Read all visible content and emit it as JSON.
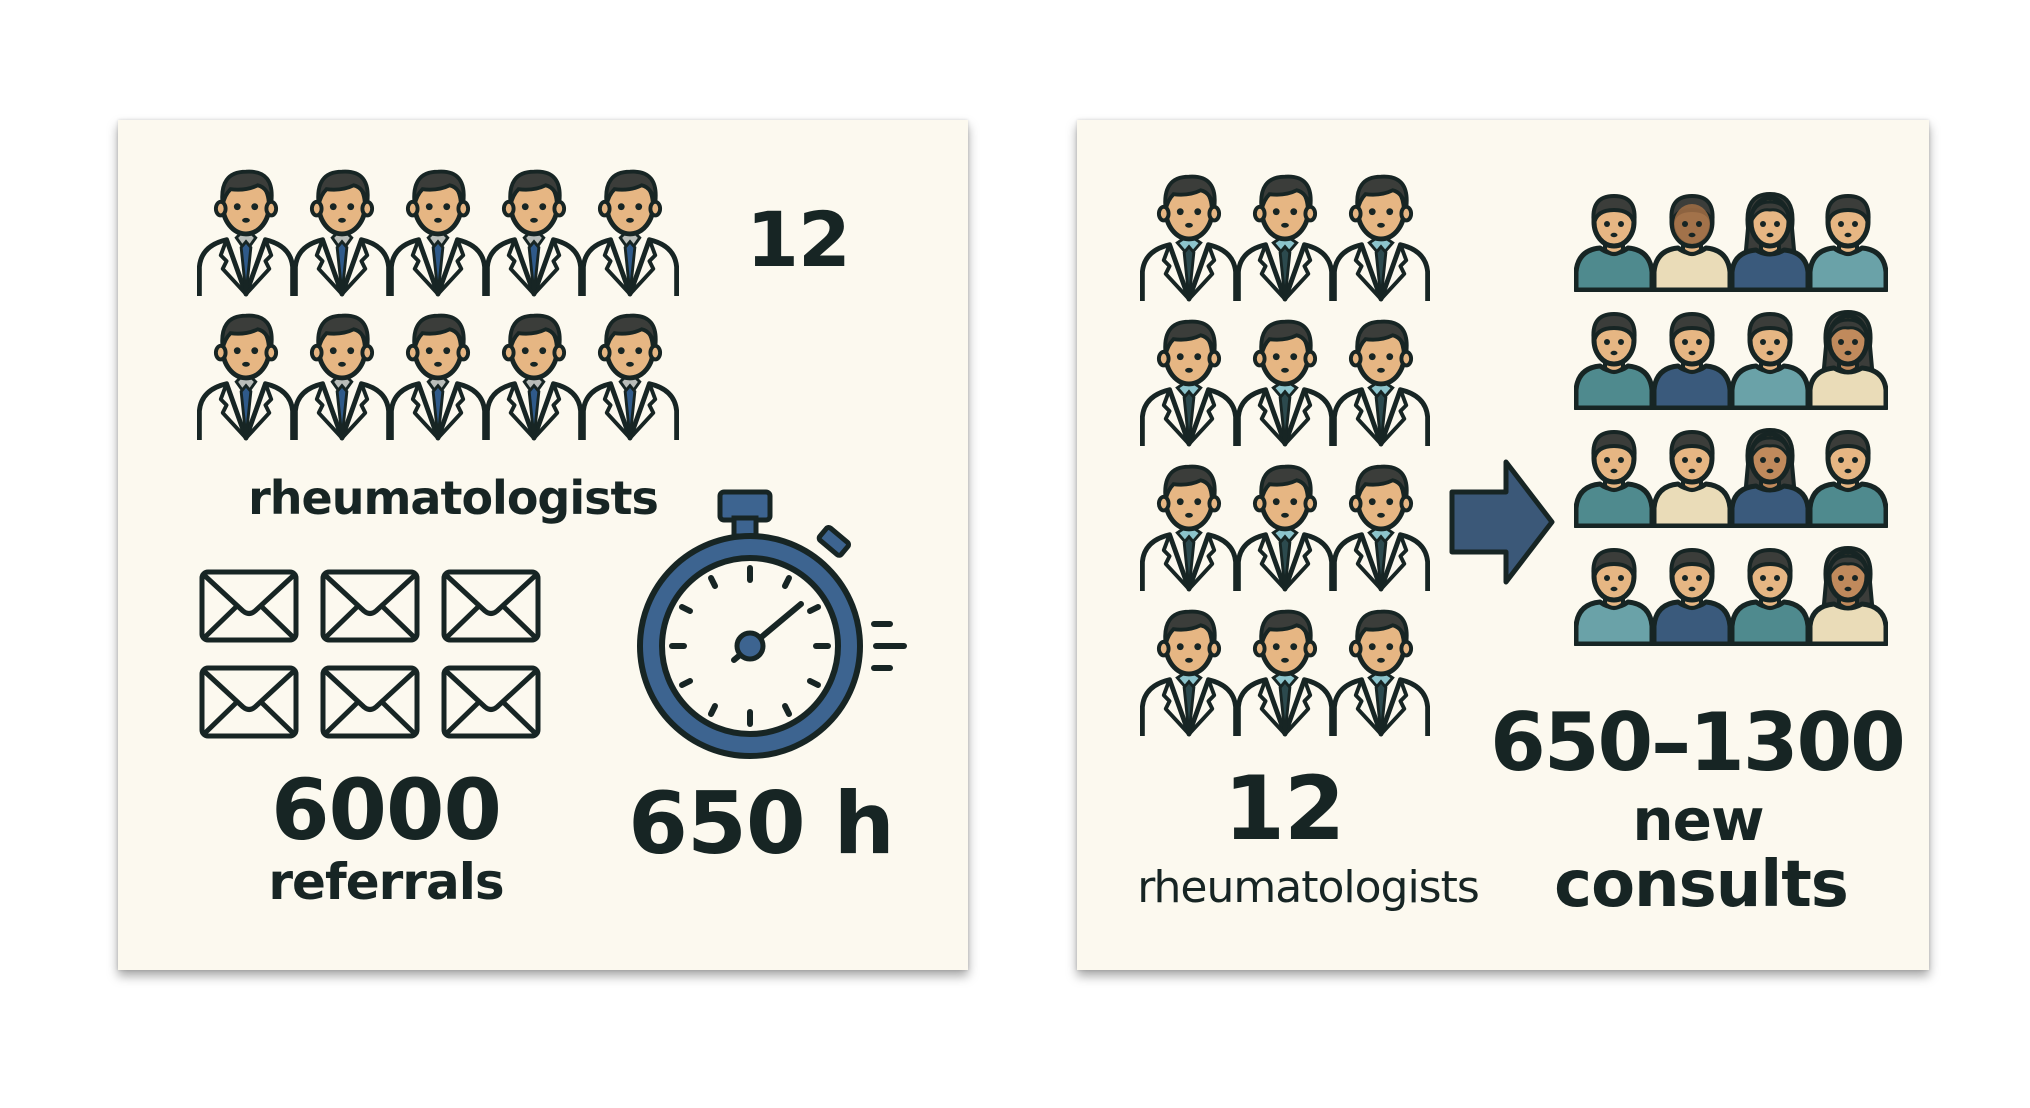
{
  "left_panel": {
    "doctor_count_label": "12",
    "doctors_caption": "rheumatologists",
    "doctor_icons": {
      "rows": 2,
      "per_row": 5,
      "total_shown": 10
    },
    "envelope_icons": {
      "rows": 2,
      "per_row": 3,
      "total_shown": 6
    },
    "referrals_value": "6000",
    "referrals_caption": "referrals",
    "time_value": "650 h",
    "stopwatch_icon": "stopwatch-icon"
  },
  "right_panel": {
    "doctor_count_label": "12",
    "doctors_caption": "rheumatologists",
    "doctor_icons": {
      "rows": 4,
      "per_row": 3,
      "total_shown": 12
    },
    "arrow_icon": "arrow-right-icon",
    "patient_icons": {
      "rows": 4,
      "per_row": 4,
      "total_shown": 16
    },
    "consults_value": "650–1300",
    "consults_caption_line1": "new",
    "consults_caption_line2": "consults"
  },
  "colors": {
    "panel_bg": "#fcf9ef",
    "ink": "#172524",
    "accent_blue": "#3d6490",
    "skin": "#e6b683",
    "hair": "#3b3d3a",
    "tie_left": "#2f5a8a",
    "collar_right": "#8cc4cc",
    "arrow": "#3b5878",
    "shirt_teal": "#4f8a8e",
    "shirt_light_teal": "#6aa2a8",
    "shirt_navy": "#3a5a7c",
    "shirt_cream": "#eadcb8"
  }
}
